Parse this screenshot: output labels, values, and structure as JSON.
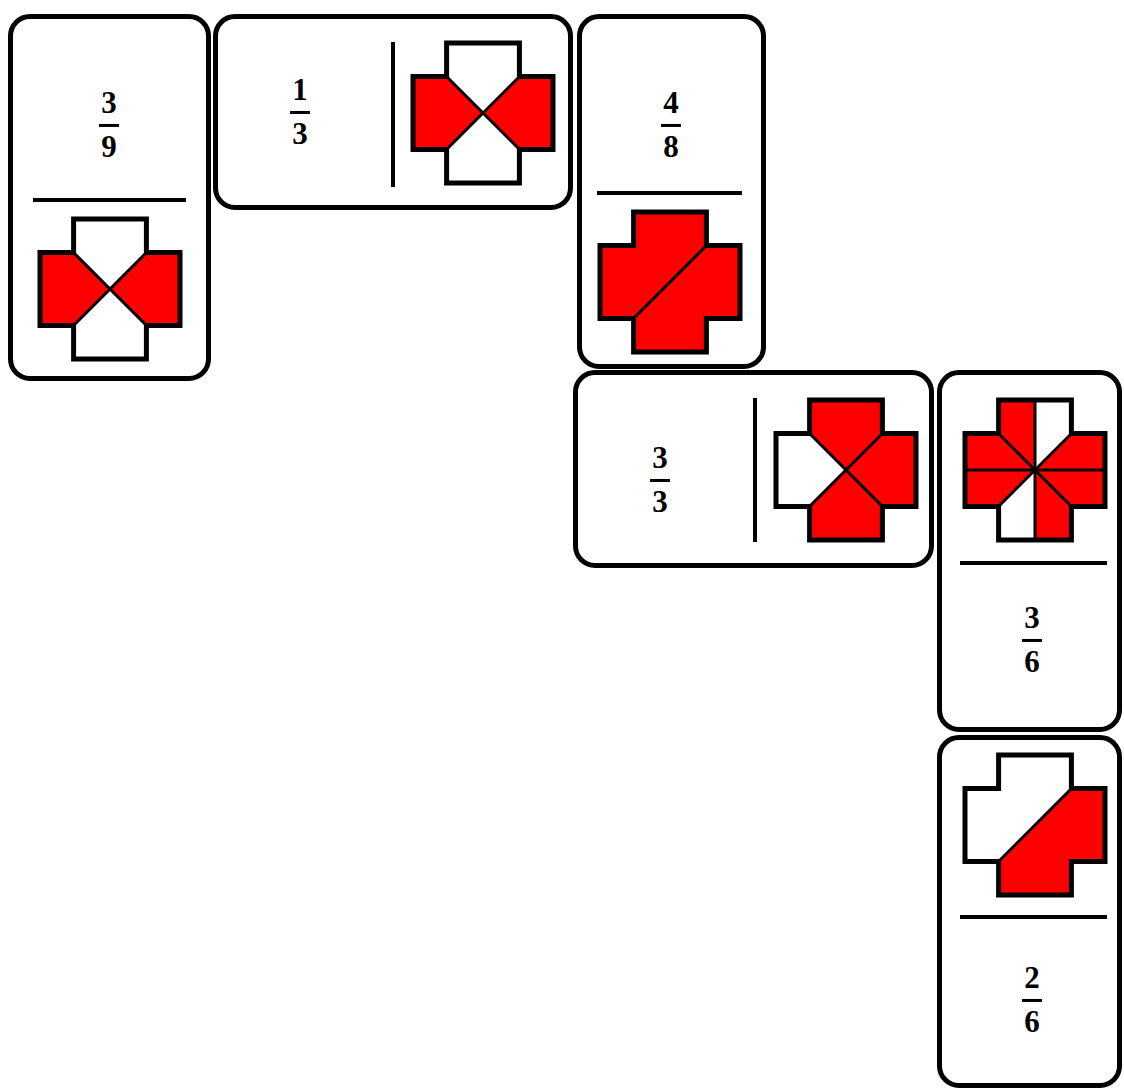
{
  "diagram": {
    "nodes": [
      {
        "text": [
          "3/9"
        ]
      },
      {
        "text": [
          "1/3"
        ]
      },
      {
        "text": [
          "4/8"
        ]
      },
      {
        "text": [
          "3/3"
        ]
      },
      {
        "text": [
          "3/6"
        ]
      },
      {
        "text": [
          "2/6"
        ]
      }
    ]
  }
}
